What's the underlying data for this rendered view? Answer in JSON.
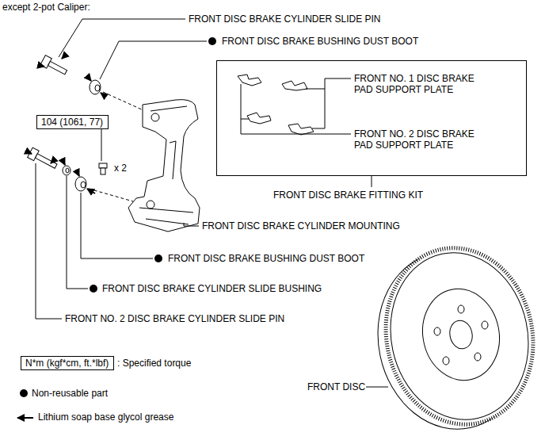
{
  "diagram": {
    "title": "except 2-pot Caliper:",
    "nodes": [
      {
        "text": [
          "FRONT NO. 1 DISC BRAKE PAD SUPPORT PLATE",
          "FRONT NO. 2 DISC BRAKE PAD SUPPORT PLATE"
        ]
      },
      {
        "text": [
          "104 (1061, 77)"
        ]
      },
      {
        "text": [
          "N*m (kgf*cm, ft.*lbf)"
        ]
      }
    ],
    "labels": [
      "FRONT DISC BRAKE CYLINDER SLIDE PIN",
      "FRONT DISC BRAKE BUSHING DUST BOOT",
      "x 2",
      "FRONT DISC BRAKE FITTING KIT",
      "FRONT DISC BRAKE CYLINDER MOUNTING",
      "FRONT DISC BRAKE BUSHING DUST BOOT",
      "FRONT DISC BRAKE CYLINDER SLIDE BUSHING",
      "FRONT NO. 2 DISC BRAKE CYLINDER SLIDE PIN",
      "FRONT DISC"
    ],
    "legend": [
      {
        "text": ": Specified torque"
      },
      {
        "text": "Non-reusable part"
      },
      {
        "text": "Lithium soap base glycol grease"
      }
    ]
  }
}
